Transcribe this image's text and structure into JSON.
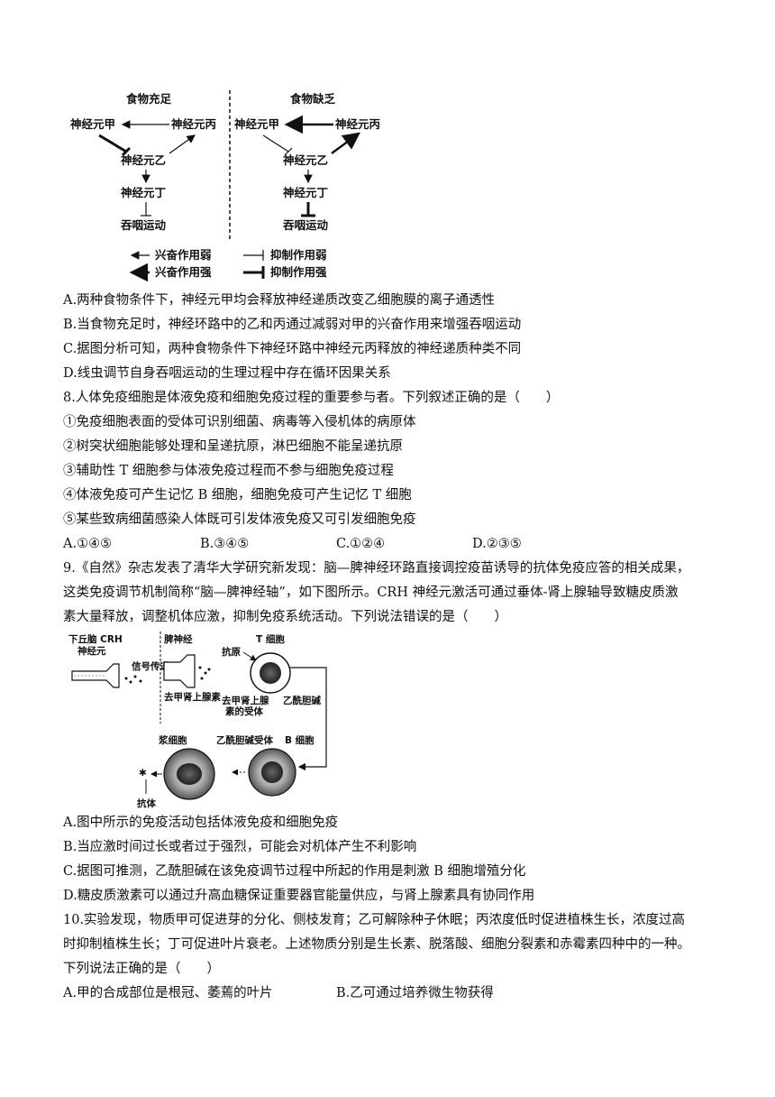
{
  "figure1": {
    "left_title": "食物充足",
    "right_title": "食物缺乏",
    "neuron_jia": "神经元甲",
    "neuron_bing": "神经元丙",
    "neuron_yi": "神经元乙",
    "neuron_ding": "神经元丁",
    "swallow": "吞咽运动",
    "legend": {
      "excite_weak": "兴奋作用弱",
      "excite_strong": "兴奋作用强",
      "inhibit_weak": "抑制作用弱",
      "inhibit_strong": "抑制作用强"
    }
  },
  "q7_options": [
    "A.两种食物条件下，神经元甲均会释放神经递质改变乙细胞膜的离子通透性",
    "B.当食物充足时，神经环路中的乙和丙通过减弱对甲的兴奋作用来增强吞咽运动",
    "C.据图分析可知，两种食物条件下神经环路中神经元丙释放的神经递质种类不同",
    "D.线虫调节自身吞咽运动的生理过程中存在循环因果关系"
  ],
  "q8": {
    "stem": "8.人体免疫细胞是体液免疫和细胞免疫过程的重要参与者。下列叙述正确的是（　　）",
    "statements": [
      "①免疫细胞表面的受体可识别细菌、病毒等入侵机体的病原体",
      "②树突状细胞能够处理和呈递抗原，淋巴细胞不能呈递抗原",
      "③辅助性 T 细胞参与体液免疫过程而不参与细胞免疫过程",
      "④体液免疫可产生记忆 B 细胞，细胞免疫可产生记忆 T 细胞",
      "⑤某些致病细菌感染人体既可引发体液免疫又可引发细胞免疫"
    ],
    "options": [
      "A.①④⑤",
      "B.③④⑤",
      "C.①②④",
      "D.②③⑤"
    ]
  },
  "q9": {
    "stem_line1": "9.《自然》杂志发表了清华大学研究新发现：脑—脾神经环路直接调控疫苗诱导的抗体免疫应答的相关成果，",
    "stem_line2": "这类免疫调节机制简称“脑—脾神经轴”，如下图所示。CRH 神经元激活可通过垂体-肾上腺轴导致糖皮质激",
    "stem_line3": "素大量释放，调整机体应激，抑制免疫系统活动。下列说法错误的是（　　）",
    "figure": {
      "crh_neuron": "下丘脑 CRH\n神经元",
      "signal": "信号传递",
      "splenic_nerve": "脾神经",
      "norepinephrine": "去甲肾上腺素",
      "antigen": "抗原",
      "t_cell": "T 细胞",
      "ne_receptor": "去甲肾上腺\n素的受体",
      "acetylcholine": "乙酰胆碱",
      "ach_receptor": "乙酰胆碱受体",
      "b_cell": "B 细胞",
      "plasma_cell": "浆细胞",
      "antibody": "抗体"
    },
    "options": [
      "A.图中所示的免疫活动包括体液免疫和细胞免疫",
      "B.当应激时间过长或者过于强烈，可能会对机体产生不利影响",
      "C.据图可推测，乙酰胆碱在该免疫调节过程中所起的作用是刺激 B 细胞增殖分化",
      "D.糖皮质激素可以通过升高血糖保证重要器官能量供应，与肾上腺素具有协同作用"
    ]
  },
  "q10": {
    "stem_line1": "10.实验发现，物质甲可促进芽的分化、侧枝发育；乙可解除种子休眠；丙浓度低时促进植株生长，浓度过高",
    "stem_line2": "时抑制植株生长；丁可促进叶片衰老。上述物质分别是生长素、脱落酸、细胞分裂素和赤霉素四种中的一种。",
    "stem_line3": "下列说法正确的是（　　）",
    "options": [
      "A.甲的合成部位是根冠、萎蔫的叶片",
      "B.乙可通过培养微生物获得"
    ]
  }
}
